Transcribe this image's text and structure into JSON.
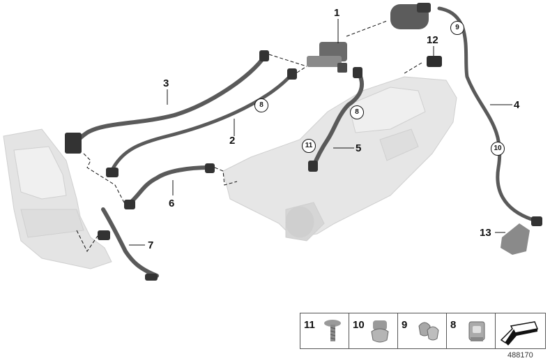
{
  "callouts": {
    "c1": "1",
    "c2": "2",
    "c3": "3",
    "c4": "4",
    "c5": "5",
    "c6": "6",
    "c7": "7",
    "c12": "12",
    "c13": "13"
  },
  "circled_refs": {
    "r8a": "8",
    "r8b": "8",
    "r9": "9",
    "r10": "10",
    "r11": "11"
  },
  "legend": {
    "items": [
      {
        "num": "11",
        "icon": "screw-icon"
      },
      {
        "num": "10",
        "icon": "hose-clip-icon"
      },
      {
        "num": "9",
        "icon": "double-clip-icon"
      },
      {
        "num": "8",
        "icon": "bracket-clip-icon"
      },
      {
        "num": "",
        "icon": "arrow-icon"
      }
    ]
  },
  "reference_number": "488170",
  "colors": {
    "hose": "#5a5a5a",
    "ghost_part": "#d9d9d9",
    "leader": "#111111"
  }
}
